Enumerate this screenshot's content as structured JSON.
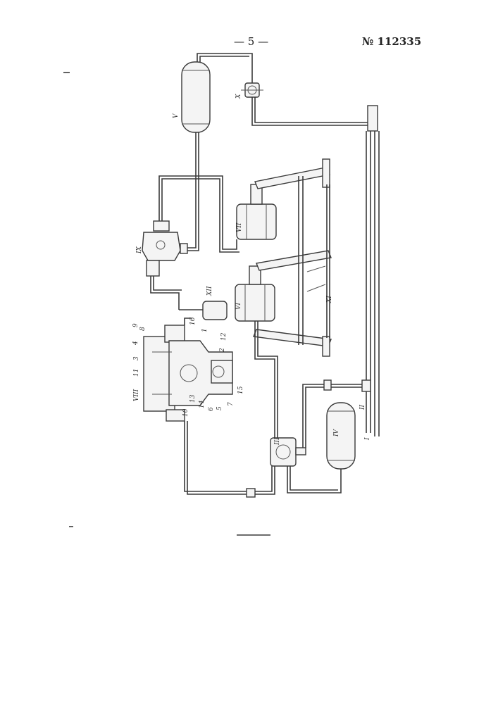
{
  "header": {
    "page_number": "— 5 —",
    "patent_number": "№ 112335"
  },
  "labels": {
    "I": "I",
    "II": "II",
    "III": "III",
    "IV": "IV",
    "V": "V",
    "VI": "VI",
    "VII": "VII",
    "VIII": "VIII",
    "IX": "IX",
    "X": "X",
    "XI": "XI",
    "XII": "XII",
    "n1": "1",
    "n2": "2",
    "n3": "3",
    "n4": "4",
    "n5": "5",
    "n6": "6",
    "n7": "7",
    "n8": "8",
    "n9": "9",
    "n10": "10",
    "n11": "11",
    "n12": "12",
    "n13": "13",
    "n14": "14",
    "n15": "15",
    "n16": "16"
  }
}
